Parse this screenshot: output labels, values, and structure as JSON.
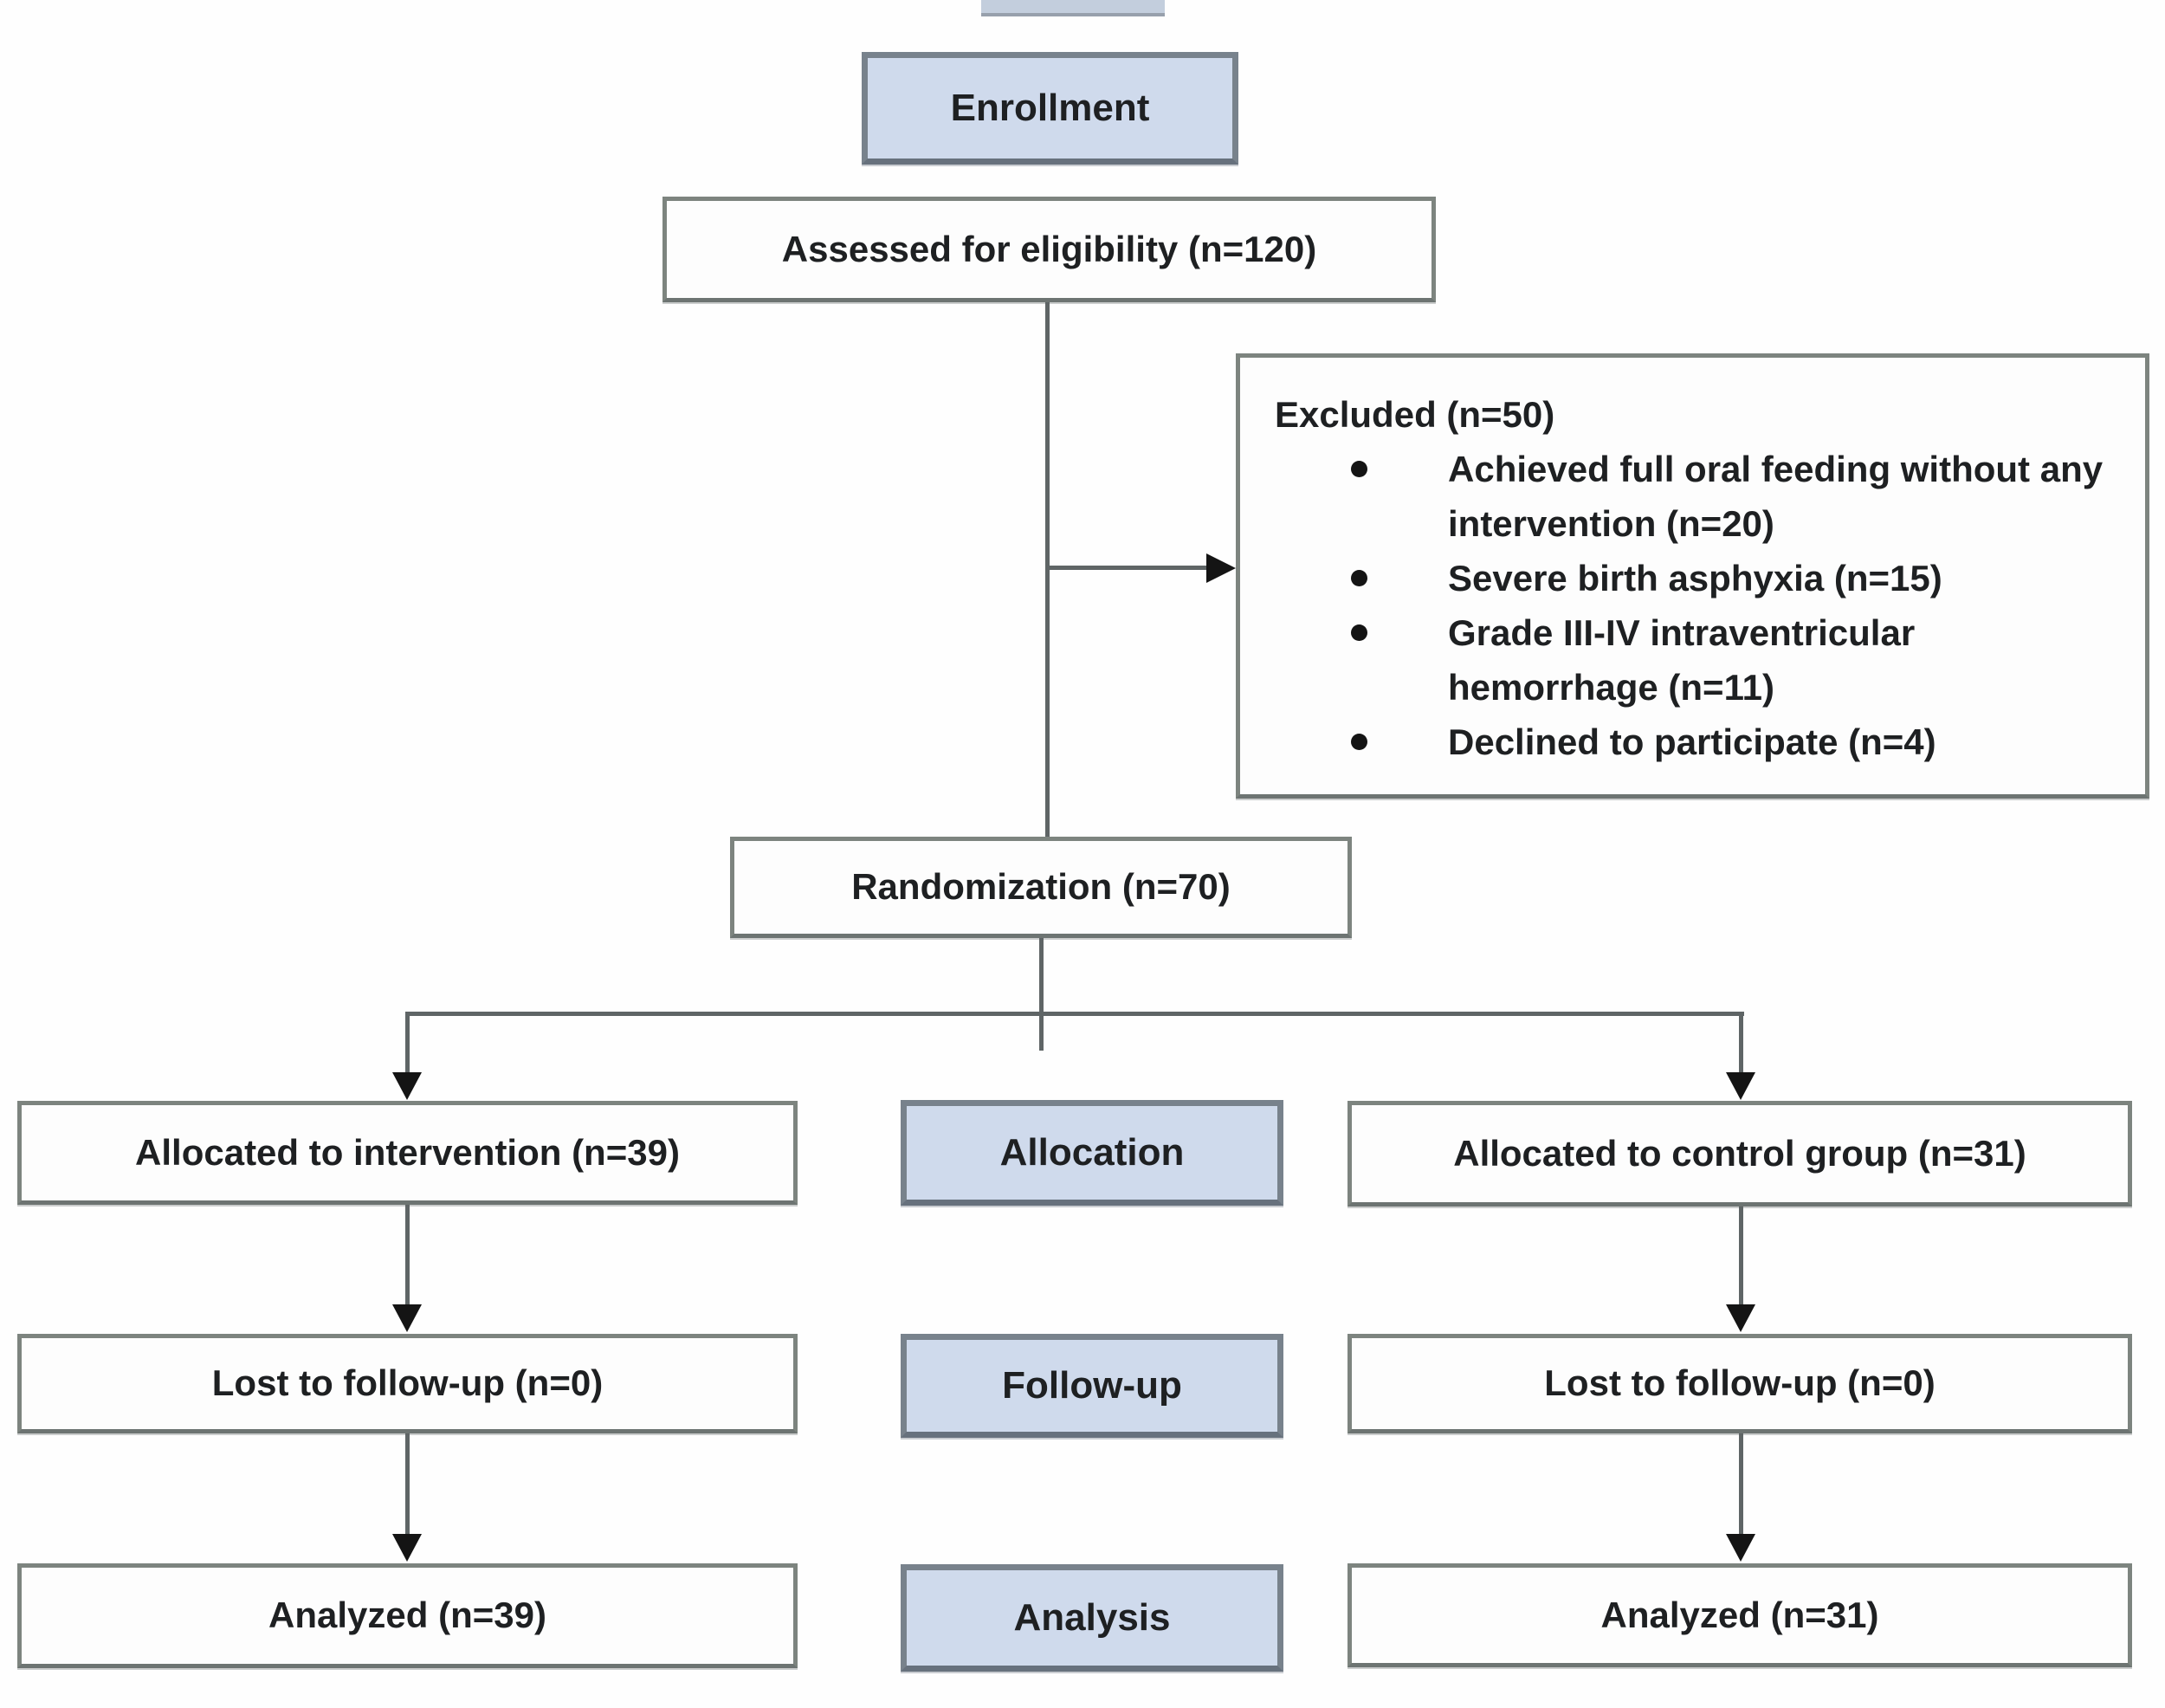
{
  "diagram": {
    "type": "consort-flow-diagram",
    "stages": {
      "enrollment": {
        "label": "Enrollment"
      },
      "allocation": {
        "label": "Allocation"
      },
      "followup": {
        "label": "Follow-up"
      },
      "analysis": {
        "label": "Analysis"
      }
    },
    "nodes": {
      "assessed": {
        "label": "Assessed for eligibility (n=120)"
      },
      "excluded": {
        "title": "Excluded (n=50)",
        "bullets": [
          "Achieved full oral feeding without any intervention (n=20)",
          "Severe birth asphyxia (n=15)",
          "Grade III-IV intraventricular hemorrhage (n=11)",
          "Declined to participate (n=4)"
        ]
      },
      "randomization": {
        "label": "Randomization (n=70)"
      },
      "allocated_intervention": {
        "label": "Allocated to intervention (n=39)"
      },
      "allocated_control": {
        "label": "Allocated to control group (n=31)"
      },
      "lost_intervention": {
        "label": "Lost to follow-up (n=0)"
      },
      "lost_control": {
        "label": "Lost to follow-up (n=0)"
      },
      "analyzed_intervention": {
        "label": "Analyzed (n=39)"
      },
      "analyzed_control": {
        "label": "Analyzed (n=31)"
      }
    },
    "colors": {
      "stage_fill": "#cfdaec",
      "stage_border": "#78828c",
      "node_fill": "#fdfdfd",
      "node_border": "#7d847f",
      "connector": "#5f6566",
      "arrowhead": "#141414",
      "text": "#1e2022",
      "background": "#fefefe"
    }
  }
}
